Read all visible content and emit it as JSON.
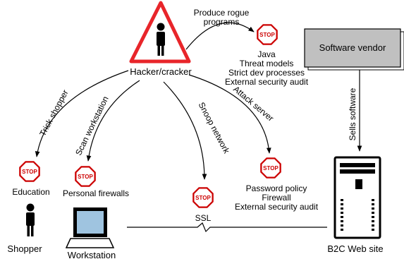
{
  "actors": {
    "hacker": "Hacker/cracker",
    "shopper": "Shopper",
    "workstation": "Workstation",
    "b2c_site": "B2C Web site",
    "vendor": "Software vendor"
  },
  "arrows": {
    "rogue_line1": "Produce rogue",
    "rogue_line2": "programs",
    "trick": "Trick shopper",
    "scan": "Scan workstation",
    "snoop": "Snoop network",
    "attack": "Attack server",
    "sells": "Sells software"
  },
  "stop_label": "STOP",
  "countermeasures": {
    "shopper": [
      "Education"
    ],
    "workstation": [
      "Personal firewalls"
    ],
    "network": [
      "SSL"
    ],
    "server": [
      "Password policy",
      "Firewall",
      "External security audit"
    ],
    "rogue": [
      "Java",
      "Threat models",
      "Strict dev processes",
      "External security audit"
    ]
  },
  "colors": {
    "warning_red": "#e8252a",
    "stop_red": "#cc0000",
    "vendor_fill": "#c0c0c0",
    "monitor_screen": "#9fc4e0"
  }
}
